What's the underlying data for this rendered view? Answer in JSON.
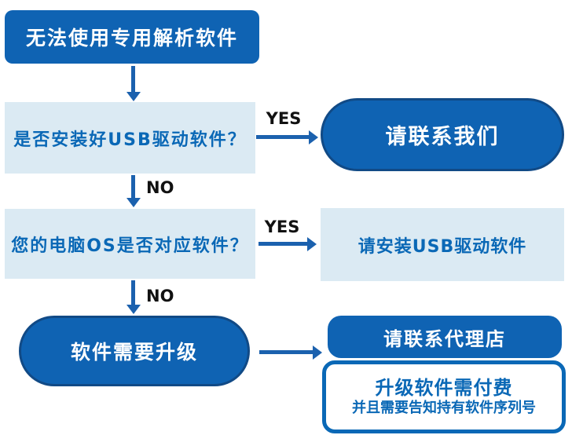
{
  "colors": {
    "node_fill": "#0f63b3",
    "node_border": "#114a86",
    "light_fill": "#dbeaf3",
    "text_blue": "#0a68b6",
    "arrow": "#1b61ae",
    "label_text": "#111111",
    "node_text": "#ffffff"
  },
  "flow": {
    "start": "无法使用专用解析软件",
    "q1": "是否安装好USB驱动软件？",
    "yes1": "YES",
    "no1": "NO",
    "contact_us": "请联系我们",
    "q2": "您的电脑OS是否对应软件？",
    "yes2": "YES",
    "no2": "NO",
    "install_driver": "请安装USB驱动软件",
    "upgrade": "软件需要升级",
    "contact_dealer": "请联系代理店",
    "note_line1": "升级软件需付费",
    "note_line2": "并且需要告知持有软件序列号"
  }
}
